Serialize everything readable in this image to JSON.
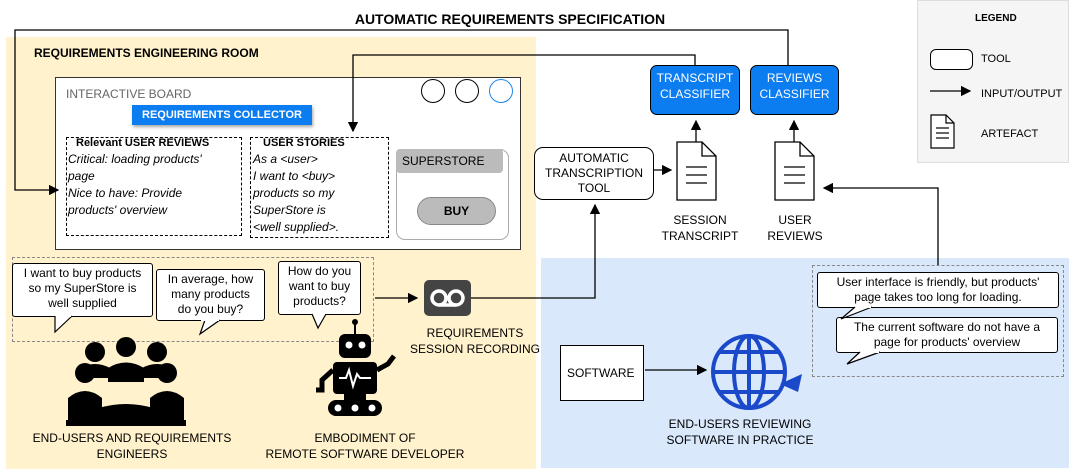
{
  "title": "AUTOMATIC REQUIREMENTS SPECIFICATION",
  "room": {
    "title": "REQUIREMENTS ENGINEERING ROOM",
    "board": {
      "title": "INTERACTIVE BOARD",
      "collector": "REQUIREMENTS COLLECTOR",
      "reviews_panel": {
        "title": "Relevant USER REVIEWS",
        "lines": [
          "Critical: loading products'",
          "page",
          "Nice to have: Provide",
          "products' overview"
        ]
      },
      "stories_panel": {
        "title": "USER STORIES",
        "lines": [
          "As a <user>",
          "I want to <buy>",
          "products so my",
          "SuperStore is",
          "<well supplied>."
        ]
      },
      "store": {
        "title": "SUPERSTORE",
        "button": "BUY"
      }
    },
    "bubbles": [
      [
        "I want to buy products",
        "so my SuperStore is",
        "well supplied"
      ],
      [
        "In average, how",
        "many products",
        "do you buy?"
      ],
      [
        "How do you",
        "want to buy",
        "products?"
      ]
    ],
    "people_caption": [
      "END-USERS AND REQUIREMENTS",
      "ENGINEERS"
    ],
    "robot_caption": [
      "EMBODIMENT OF",
      "REMOTE SOFTWARE DEVELOPER"
    ],
    "recording_caption": [
      "REQUIREMENTS",
      "SESSION RECORDING"
    ]
  },
  "tools": {
    "transcription": [
      "AUTOMATIC",
      "TRANSCRIPTION",
      "TOOL"
    ],
    "transcript_classifier": [
      "TRANSCRIPT",
      "CLASSIFIER"
    ],
    "reviews_classifier": [
      "REVIEWS",
      "CLASSIFIER"
    ]
  },
  "artefacts": {
    "session_transcript": [
      "SESSION",
      "TRANSCRIPT"
    ],
    "user_reviews": [
      "USER",
      "REVIEWS"
    ]
  },
  "reviewing": {
    "software": "SOFTWARE",
    "caption": [
      "END-USERS REVIEWING",
      "SOFTWARE IN PRACTICE"
    ],
    "reviews": [
      [
        "User interface is friendly, but products'",
        "page takes too long for loading."
      ],
      [
        "The current software do not have a",
        "page for products' overview"
      ]
    ]
  },
  "legend": {
    "title": "LEGEND",
    "items": [
      "TOOL",
      "INPUT/OUTPUT",
      "ARTEFACT"
    ]
  },
  "colors": {
    "room_bg": "#fff2cc",
    "users_bg": "#dae8fc",
    "tool_blue": "#0b7df0",
    "legend_bg": "#f5f5f5"
  }
}
